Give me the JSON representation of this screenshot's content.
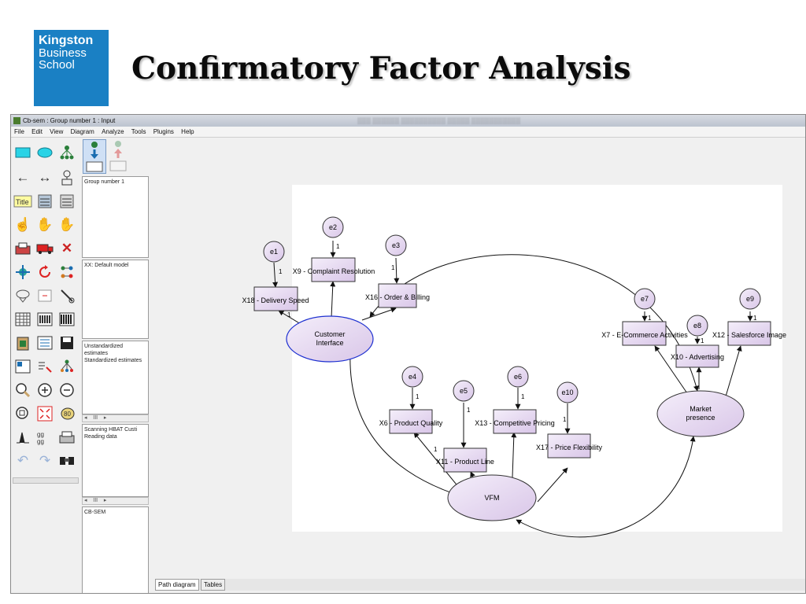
{
  "logo": {
    "line1": "Kingston",
    "line2": "Business",
    "line3": "School"
  },
  "slide_title": "Confirmatory Factor Analysis",
  "window": {
    "title": "Cb-sem : Group number 1 : Input",
    "menu": [
      "File",
      "Edit",
      "View",
      "Diagram",
      "Analyze",
      "Tools",
      "Plugins",
      "Help"
    ]
  },
  "panel": {
    "groups": "Group number 1",
    "models": "XX: Default model",
    "estimates": [
      "Unstandardized estimates",
      "Standardized estimates"
    ],
    "scroll_indicator": "III",
    "messages": [
      "Scanning HBAT Custi",
      "Reading data"
    ],
    "files": "CB-SEM"
  },
  "tabs": [
    "Path diagram",
    "Tables"
  ],
  "diagram": {
    "latent": {
      "customer_interface": [
        "Customer",
        "Interface"
      ],
      "market_presence": [
        "Market",
        "presence"
      ],
      "vfm": "VFM"
    },
    "errors": [
      "e1",
      "e2",
      "e3",
      "e4",
      "e5",
      "e6",
      "e7",
      "e8",
      "e9",
      "e10"
    ],
    "indicators": [
      "X18 - Delivery Speed",
      "X9 - Complaint Resolution",
      "X16 - Order & Billing",
      "X6 - Product Quality",
      "X11 - Product Line",
      "X13 - Competitive Pricing",
      "X17 - Price Flexibility",
      "X7 - E-Commerce Activities",
      "X10 - Advertising",
      "X12 - Salesforce Image"
    ],
    "loading_label": "1"
  },
  "colors": {
    "logo": "#1a80c4",
    "node_fill": "#ede1f3",
    "latent_border_selected": "#1c2fd0"
  }
}
